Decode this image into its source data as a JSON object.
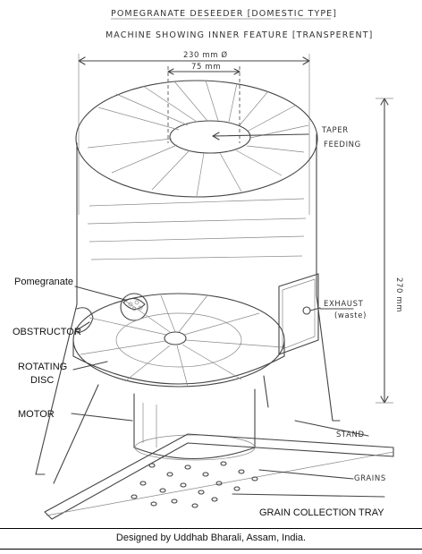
{
  "title_line1": "POMEGRANATE DESEEDER [DOMESTIC TYPE]",
  "title_line2": "MACHINE SHOWING INNER FEATURE [TRANSPERENT]",
  "dimensions": {
    "outer_diameter": "230 mm Ø",
    "inner_diameter": "75 mm",
    "height": "270 mm"
  },
  "labels": {
    "taper": "TAPER",
    "feeding": "FEEDING",
    "pomegranate": "Pomegranate",
    "exhaust": "EXHAUST",
    "exhaust_note": "(waste)",
    "obstructor": "OBSTRUCTOR",
    "rotating": "ROTATING",
    "disc": "DISC",
    "motor": "MOTOR",
    "stand": "STAND",
    "grains": "GRAINS",
    "tray": "GRAIN COLLECTION TRAY"
  },
  "credit": "Designed by Uddhab Bharali, Assam, India.",
  "colors": {
    "pencil": "#444444",
    "paper": "#ffffff",
    "text": "#111111"
  }
}
